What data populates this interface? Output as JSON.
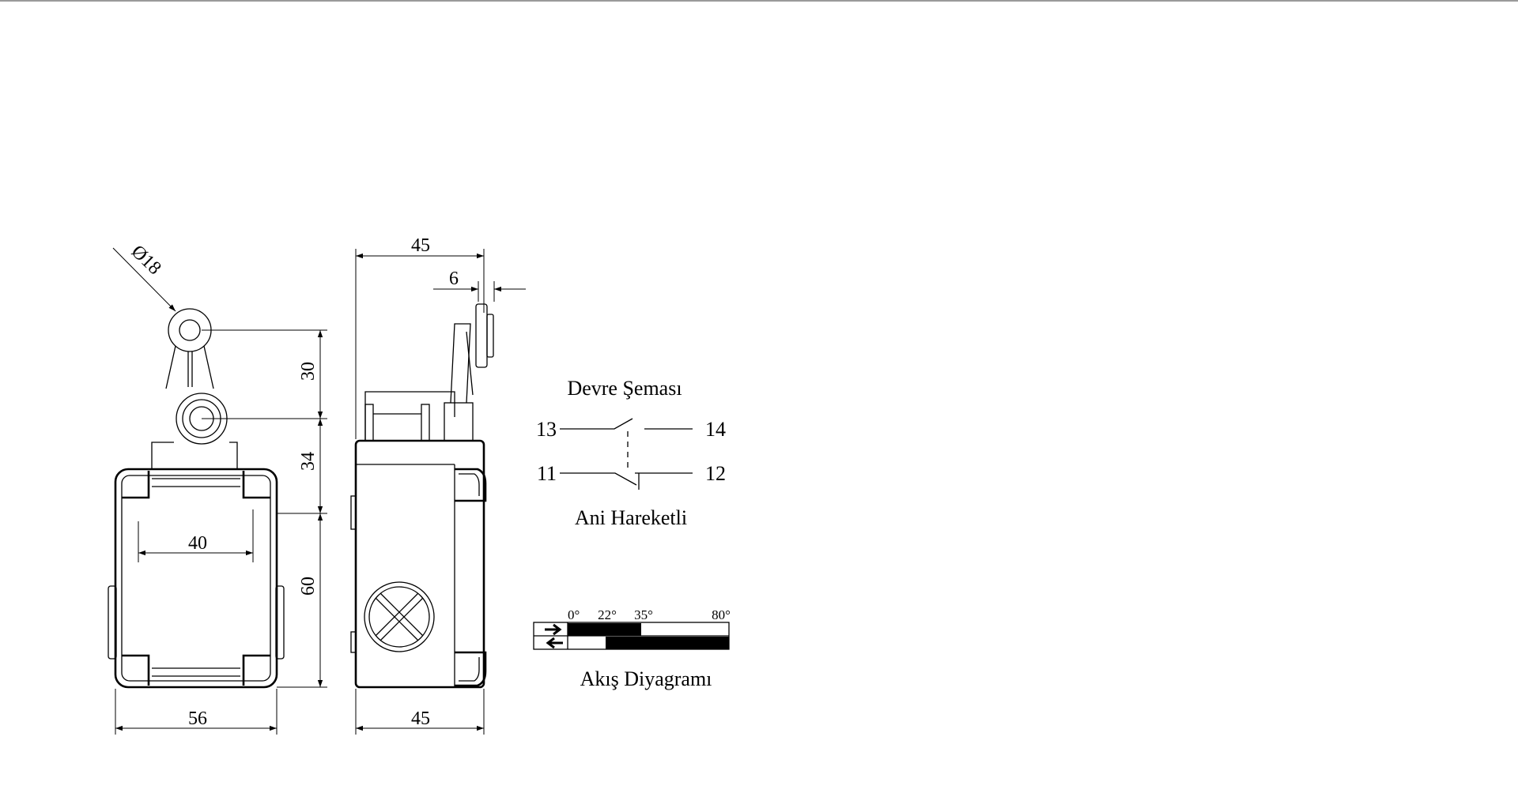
{
  "dimensions": {
    "diameter": "Ø18",
    "height_top": "30",
    "height_mid": "34",
    "height_body": "60",
    "inner_width": "40",
    "front_width": "56",
    "side_width_top": "45",
    "side_width_bottom": "45",
    "roller_width": "6"
  },
  "circuit": {
    "title": "Devre Şeması",
    "nc_left": "13",
    "nc_right": "14",
    "no_left": "11",
    "no_right": "12",
    "caption": "Ani Hareketli"
  },
  "flow": {
    "angles": [
      "0°",
      "22°",
      "35°",
      "80°"
    ],
    "caption": "Akış Diyagramı"
  },
  "colors": {
    "line": "#000000",
    "rule": "#9a9a9a",
    "background": "#ffffff"
  }
}
